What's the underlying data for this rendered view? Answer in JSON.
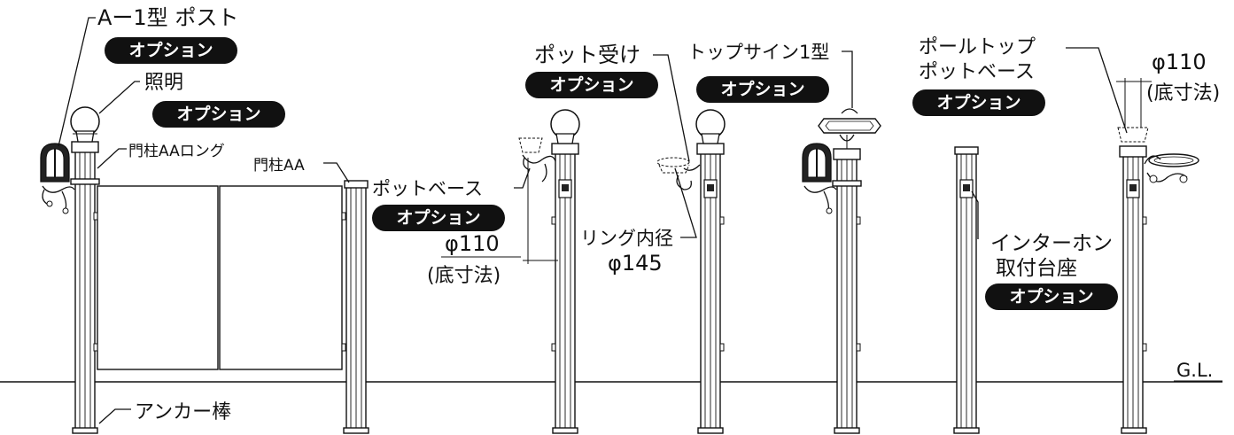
{
  "labels": {
    "post_a1": "Aー1型 ポスト",
    "lighting": "照明",
    "gate_post_long": "門柱AAロング",
    "gate_post": "門柱AA",
    "pot_base": "ポットベース",
    "pot_receiver": "ポット受け",
    "ring_inner_diameter": "リング内径",
    "ring_dim": "φ145",
    "top_sign": "トップサイン1型",
    "pole_top_line1": "ポールトップ",
    "pole_top_line2": "ポットベース",
    "dim_110_left": "φ110",
    "dim_base_left": "(底寸法)",
    "dim_110_right": "φ110",
    "dim_base_right": "(底寸法)",
    "intercom_line1": "インターホン",
    "intercom_line2": "取付台座",
    "anchor": "アンカー棒",
    "ground": "G.L."
  },
  "badges": {
    "option": "オプション"
  },
  "colors": {
    "ink": "#111111",
    "background": "#ffffff"
  }
}
